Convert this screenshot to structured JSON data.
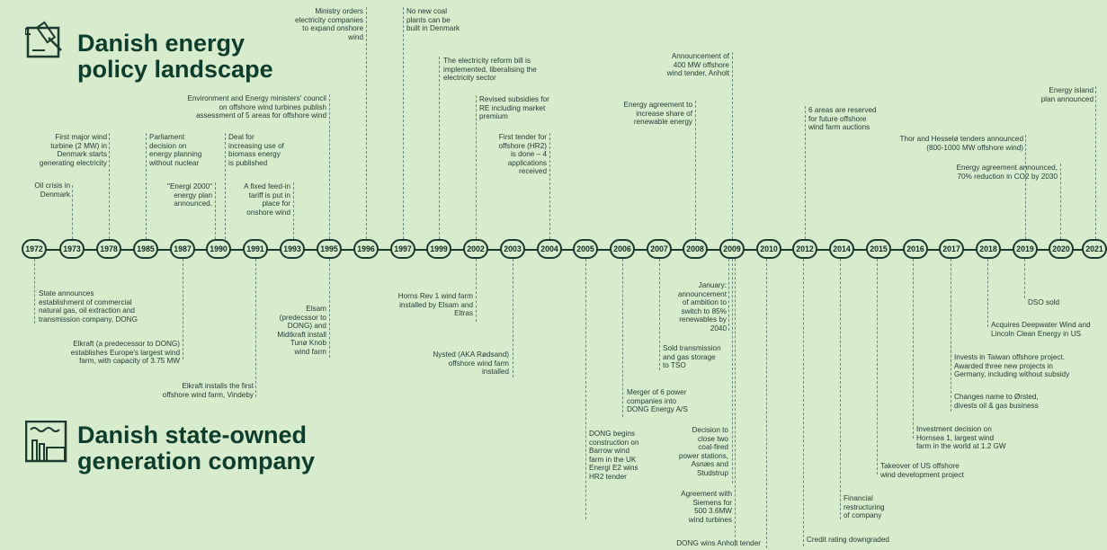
{
  "titles": {
    "policy": "Danish energy\npolicy landscape",
    "company": "Danish state-owned\ngeneration company"
  },
  "icons": {
    "policy": "gavel-document-icon",
    "company": "power-plant-icon"
  },
  "colors": {
    "background": "#d7ebcd",
    "ink": "#1d3b2d",
    "title": "#0f3d2c"
  },
  "years": [
    "1972",
    "1973",
    "1978",
    "1985",
    "1987",
    "1990",
    "1991",
    "1993",
    "1995",
    "1996",
    "1997",
    "1999",
    "2002",
    "2003",
    "2004",
    "2005",
    "2006",
    "2007",
    "2008",
    "2009",
    "2010",
    "2012",
    "2014",
    "2015",
    "2016",
    "2017",
    "2018",
    "2019",
    "2020",
    "2021"
  ],
  "policy_events": [
    {
      "text": "Oil crisis in\nDenmark"
    },
    {
      "text": "First major wind\nturbine (2 MW) in\nDenmark starts\ngenerating electricity"
    },
    {
      "text": "Parliament\ndecision on\nenergy planning\nwithout nuclear"
    },
    {
      "text": "\"Energi 2000\"\nenergy plan\nannounced."
    },
    {
      "text": "Environment and Energy ministers' council\non offshore wind turbines publish\nassessment of 5 areas for offshore wind"
    },
    {
      "text": "Deal for\nincreasing use of\nbiomass energy\nis published"
    },
    {
      "text": "A fixed feed-in\ntariff is put in\nplace for\nonshore wind"
    },
    {
      "text": "Ministry orders\nelectricity companies\nto expand onshore\nwind"
    },
    {
      "text": "No new coal\nplants can be\nbuilt in Denmark"
    },
    {
      "text": "The electricity reform bill is\nimplemented, liberalising the\nelectricity sector"
    },
    {
      "text": "Revised subsidies for\nRE including market\npremium"
    },
    {
      "text": "First tender for\noffshore (HR2)\nis done – 4\napplications\nreceived"
    },
    {
      "text": "Energy agreement to\nincrease share of\nrenewable energy"
    },
    {
      "text": "Announcement of\n400 MW offshore\nwind tender, Anholt"
    },
    {
      "text": "6 areas are reserved\nfor future offshore\nwind farm auctions"
    },
    {
      "text": "Thor and Hesselø tenders announced\n(800-1000 MW offshore wind)"
    },
    {
      "text": "Energy agreement announced,\n70% reduction in CO2 by 2030"
    },
    {
      "text": "Energy island\nplan announced"
    }
  ],
  "company_events": [
    {
      "text": "State announces\nestablishment of commercial\nnatural gas, oil extraction and\ntransmission company, DONG"
    },
    {
      "text": "Elkraft (a predecessor to DONG)\nestablishes Europe's largest wind\nfarm, with capacity of 3.75 MW"
    },
    {
      "text": "Elkraft installs the first\noffshore wind farm, Vindeby"
    },
    {
      "text": "Elsam\n(predecssor to\nDONG) and\nMidtkraft install\nTunø Knob\nwind farm"
    },
    {
      "text": "Horns Rev 1 wind farm\ninstalled by Elsam and\nEltras"
    },
    {
      "text": "Nysted (AKA Rødsand)\noffshore wind farm\ninstalled"
    },
    {
      "text": "DONG begins\nconstruction on\nBarrow wind\nfarm in the UK\nEnergi E2 wins\nHR2 tender"
    },
    {
      "text": "Merger of 6 power\ncompanies into\nDONG Energy A/S"
    },
    {
      "text": "Sold transmission\nand gas storage\nto TSO"
    },
    {
      "text": "January:\nannouncement\nof ambition to\nswitch to 85%\nrenewables by\n2040"
    },
    {
      "text": "Decision to\nclose two\ncoal-fired\npower stations,\nAsnæs and\nStudstrup"
    },
    {
      "text": "Agreement with\nSiemens for\n500 3.6MW\nwind turbines"
    },
    {
      "text": "DONG wins Anholt tender"
    },
    {
      "text": "Credit rating downgraded"
    },
    {
      "text": "Financial\nrestructuring\nof company"
    },
    {
      "text": "Takeover of US offshore\nwind development project"
    },
    {
      "text": "Investment decision on\nHornsea 1, largest wind\nfarm in the world at 1.2 GW"
    },
    {
      "text": "Changes name to Ørsted,\ndivests oil & gas business"
    },
    {
      "text": "Invests in Taiwan offshore project.\nAwarded three new projects in\nGermany, including without subsidy"
    },
    {
      "text": "Acquires Deepwater Wind and\nLincoln Clean Energy in US"
    },
    {
      "text": "DSO sold"
    }
  ]
}
